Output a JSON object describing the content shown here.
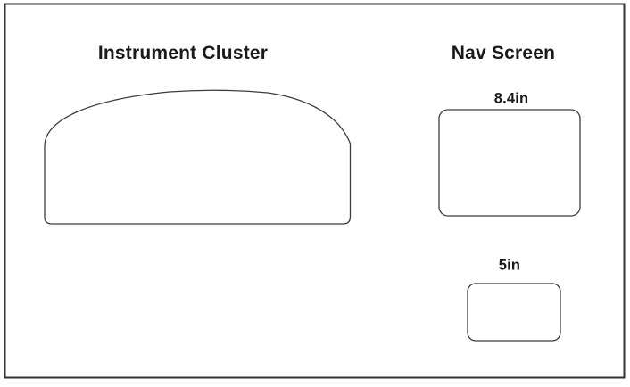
{
  "diagram": {
    "instrument_cluster": {
      "title": "Instrument Cluster"
    },
    "nav_screen": {
      "title": "Nav Screen",
      "large_screen_size": "8.4in",
      "small_screen_size": "5in"
    },
    "colors": {
      "background": "#ffffff",
      "frame_stroke": "#333333",
      "shape_stroke": "#3d3d3d",
      "text": "#1a1a1a"
    }
  }
}
